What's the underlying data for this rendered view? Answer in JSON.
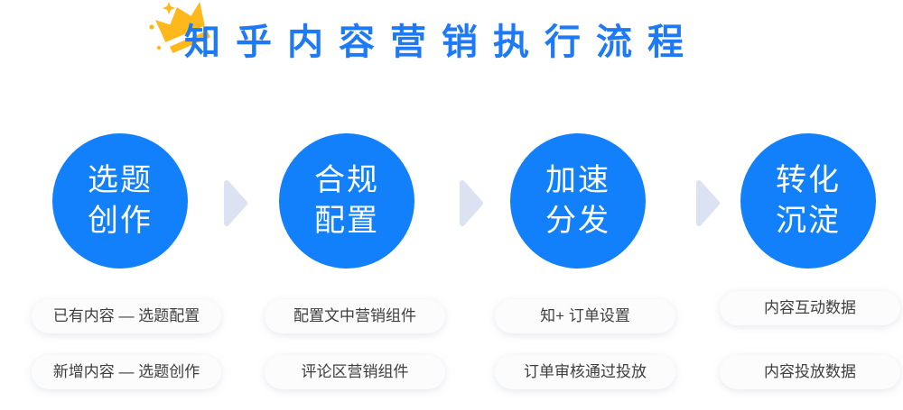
{
  "colors": {
    "page-bg": "#FFFFFF",
    "title": "#1E79F5",
    "circle": "#1180FA",
    "circle-text": "#FFFFFF",
    "arrow": "#DBE2F2",
    "gold": "#FFB81C",
    "pill-bg": "#FCFCFD",
    "pill-text": "#3E3E3E"
  },
  "header": {
    "title": "知乎内容营销执行流程"
  },
  "flow": {
    "steps": [
      {
        "line1": "选题",
        "line2": "创作",
        "notes": [
          "已有内容 — 选题配置",
          "新增内容 — 选题创作"
        ]
      },
      {
        "line1": "合规",
        "line2": "配置",
        "notes": [
          "配置文中营销组件",
          "评论区营销组件"
        ]
      },
      {
        "line1": "加速",
        "line2": "分发",
        "notes": [
          "知+ 订单设置",
          "订单审核通过投放"
        ]
      },
      {
        "line1": "转化",
        "line2": "沉淀",
        "notes": [
          "内容互动数据",
          "内容投放数据"
        ]
      }
    ]
  }
}
